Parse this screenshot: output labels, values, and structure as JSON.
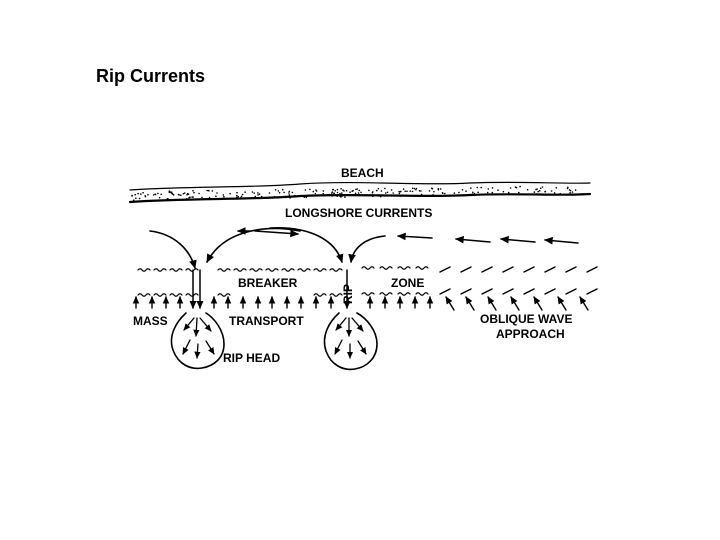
{
  "title": "Rip Currents",
  "diagram": {
    "labels": {
      "beach": "BEACH",
      "longshore": "LONGSHORE CURRENTS",
      "breaker": "BREAKER",
      "zone": "ZONE",
      "rip": "RIP",
      "mass": "MASS",
      "transport": "TRANSPORT",
      "rip_head": "RIP HEAD",
      "oblique_wave": "OBLIQUE WAVE",
      "approach": "APPROACH"
    }
  }
}
